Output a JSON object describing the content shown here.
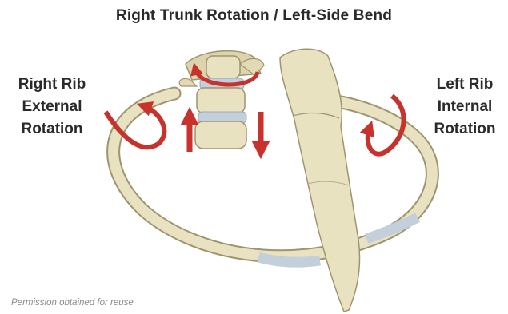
{
  "title": "Right Trunk Rotation / Left-Side Bend",
  "labels": {
    "right_rib": [
      "Right Rib",
      "External",
      "Rotation"
    ],
    "left_rib": [
      "Left Rib",
      "Internal",
      "Rotation"
    ]
  },
  "footer": "Permission obtained for reuse",
  "colors": {
    "bone": "#e9e2c0",
    "bone_outline": "#9e9470",
    "cartilage": "#c3cfda",
    "arrow": "#c8322c",
    "text": "#2a2a2a"
  }
}
